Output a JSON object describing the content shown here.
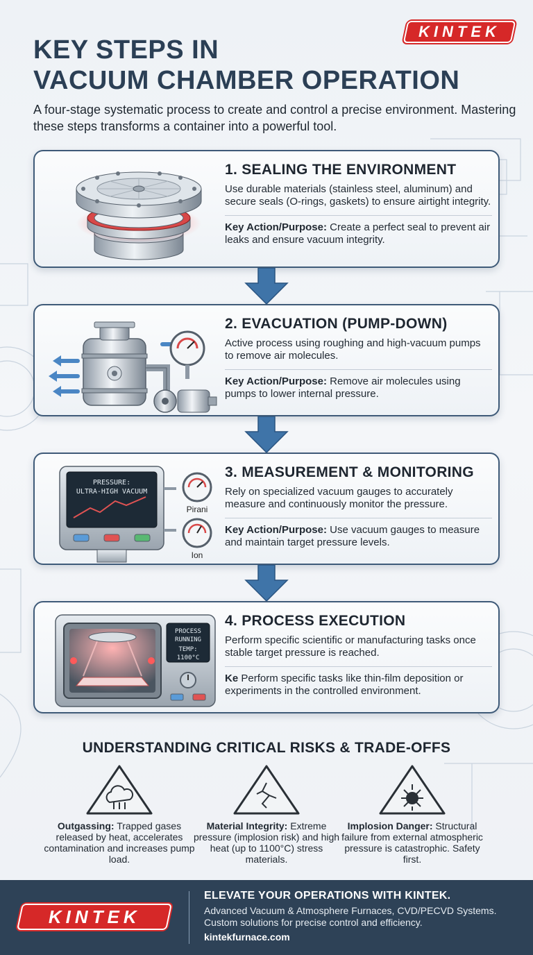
{
  "brand": "KINTEK",
  "header": {
    "title_line1": "KEY STEPS IN",
    "title_line2": "VACUUM CHAMBER OPERATION",
    "subtitle": "A four-stage systematic process to create and control a precise environment. Mastering these steps transforms a container into a powerful tool."
  },
  "steps": [
    {
      "title": "1. SEALING THE ENVIRONMENT",
      "desc": "Use durable materials (stainless steel, aluminum) and secure seals (O-rings, gaskets) to ensure airtight integrity.",
      "key_label": "Key Action/Purpose:",
      "key_text": " Create a perfect seal to prevent air leaks and ensure vacuum integrity."
    },
    {
      "title": "2. EVACUATION (PUMP-DOWN)",
      "desc": "Active process using roughing and high-vacuum pumps to remove air molecules.",
      "key_label": "Key Action/Purpose:",
      "key_text": " Remove air molecules using pumps to lower internal pressure."
    },
    {
      "title": "3. MEASUREMENT & MONITORING",
      "desc": "Rely on specialized vacuum gauges to accurately measure and continuously monitor the pressure.",
      "key_label": "Key Action/Purpose:",
      "key_text": " Use vacuum gauges to measure and maintain target pressure levels.",
      "screen_line1": "PRESSURE:",
      "screen_line2": "ULTRA-HIGH VACUUM",
      "gauge1": "Pirani",
      "gauge2": "Ion"
    },
    {
      "title": "4. PROCESS EXECUTION",
      "desc": "Perform specific scientific or manufacturing tasks once stable target pressure is reached.",
      "key_label": "Ke",
      "key_text": " Perform specific tasks like thin-film deposition or experiments in the controlled environment.",
      "screen_line1": "PROCESS",
      "screen_line2": "RUNNING",
      "screen_line3": "TEMP:",
      "screen_line4": "1100°C"
    }
  ],
  "risks": {
    "title": "UNDERSTANDING CRITICAL RISKS & TRADE-OFFS",
    "items": [
      {
        "label": "Outgassing:",
        "text": " Trapped gases released by heat, accelerates contamination and increases pump load.",
        "icon": "cloud-icon"
      },
      {
        "label": "Material Integrity:",
        "text": " Extreme pressure (implosion risk) and high heat (up to 1100°C) stress materials.",
        "icon": "crack-icon"
      },
      {
        "label": "Implosion Danger:",
        "text": " Structural failure from external atmospheric pressure is catastrophic. Safety first.",
        "icon": "burst-icon"
      }
    ]
  },
  "footer": {
    "headline": "ELEVATE YOUR OPERATIONS WITH KINTEK.",
    "line1": "Advanced Vacuum & Atmosphere Furnaces, CVD/PECVD Systems.",
    "line2": "Custom solutions for precise control and efficiency.",
    "url": "kintekfurnace.com"
  },
  "colors": {
    "accent": "#d62828",
    "navy": "#2e4257",
    "arrow": "#3f74a8",
    "border": "#3e5a78"
  }
}
